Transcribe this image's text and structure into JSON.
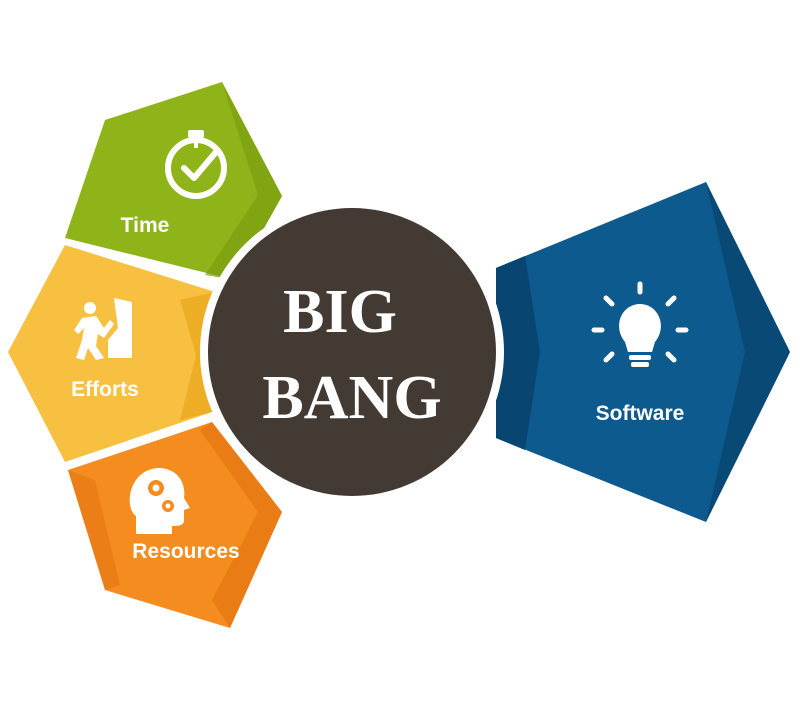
{
  "center": {
    "line1": "BIG",
    "line2": "BANG"
  },
  "inputs": [
    {
      "label": "Time",
      "icon": "clock-check-icon",
      "color": "#8fb419",
      "color_dark": "#7a9c10"
    },
    {
      "label": "Efforts",
      "icon": "climber-icon",
      "color": "#f8c040",
      "color_dark": "#eaa91f"
    },
    {
      "label": "Resources",
      "icon": "head-gears-icon",
      "color": "#f58c20",
      "color_dark": "#e47510"
    }
  ],
  "output": {
    "label": "Software",
    "icon": "lightbulb-icon",
    "color": "#0d5a8e",
    "color_dark": "#084571"
  },
  "center_color": "#433a34"
}
